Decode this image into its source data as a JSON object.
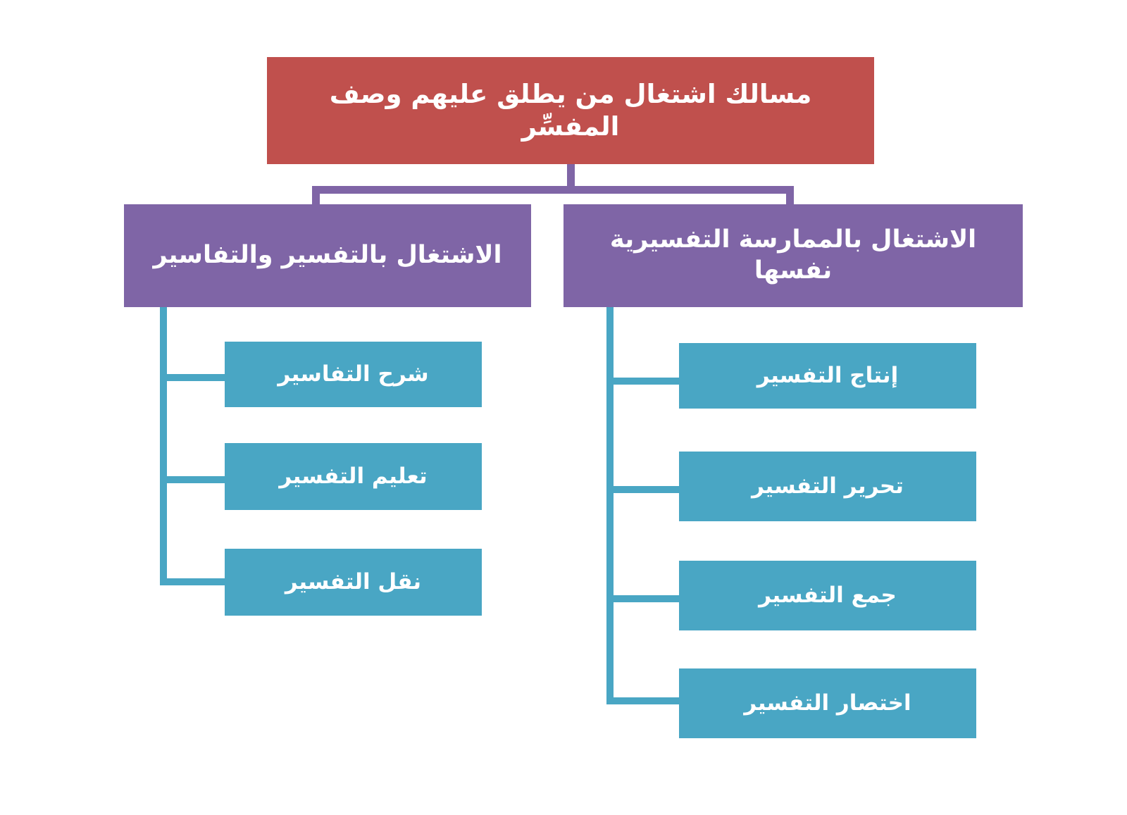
{
  "diagram": {
    "title": "مسالك اشتغال من يطلق عليهم وصف المفسِّر",
    "direction": "rtl",
    "colors": {
      "root": "#c0504d",
      "branch": "#7f65a6",
      "leaf": "#49a6c4",
      "connector_root": "#7f65a6",
      "connector_leaf": "#49a6c4",
      "text": "#ffffff",
      "background": "#ffffff"
    },
    "root": {
      "label": "مسالك اشتغال من يطلق عليهم وصف المفسِّر"
    },
    "branches": [
      {
        "id": "branch-right",
        "label": "الاشتغال بالممارسة التفسيرية نفسها",
        "children": [
          {
            "id": "leaf-production",
            "label": "إنتاج التفسير"
          },
          {
            "id": "leaf-editing",
            "label": "تحرير التفسير"
          },
          {
            "id": "leaf-collecting",
            "label": "جمع التفسير"
          },
          {
            "id": "leaf-abridging",
            "label": "اختصار التفسير"
          }
        ]
      },
      {
        "id": "branch-left",
        "label": "الاشتغال بالتفسير والتفاسير",
        "children": [
          {
            "id": "leaf-explaining",
            "label": "شرح التفاسير"
          },
          {
            "id": "leaf-teaching",
            "label": "تعليم التفسير"
          },
          {
            "id": "leaf-transmit",
            "label": "نقل التفسير"
          }
        ]
      }
    ]
  }
}
